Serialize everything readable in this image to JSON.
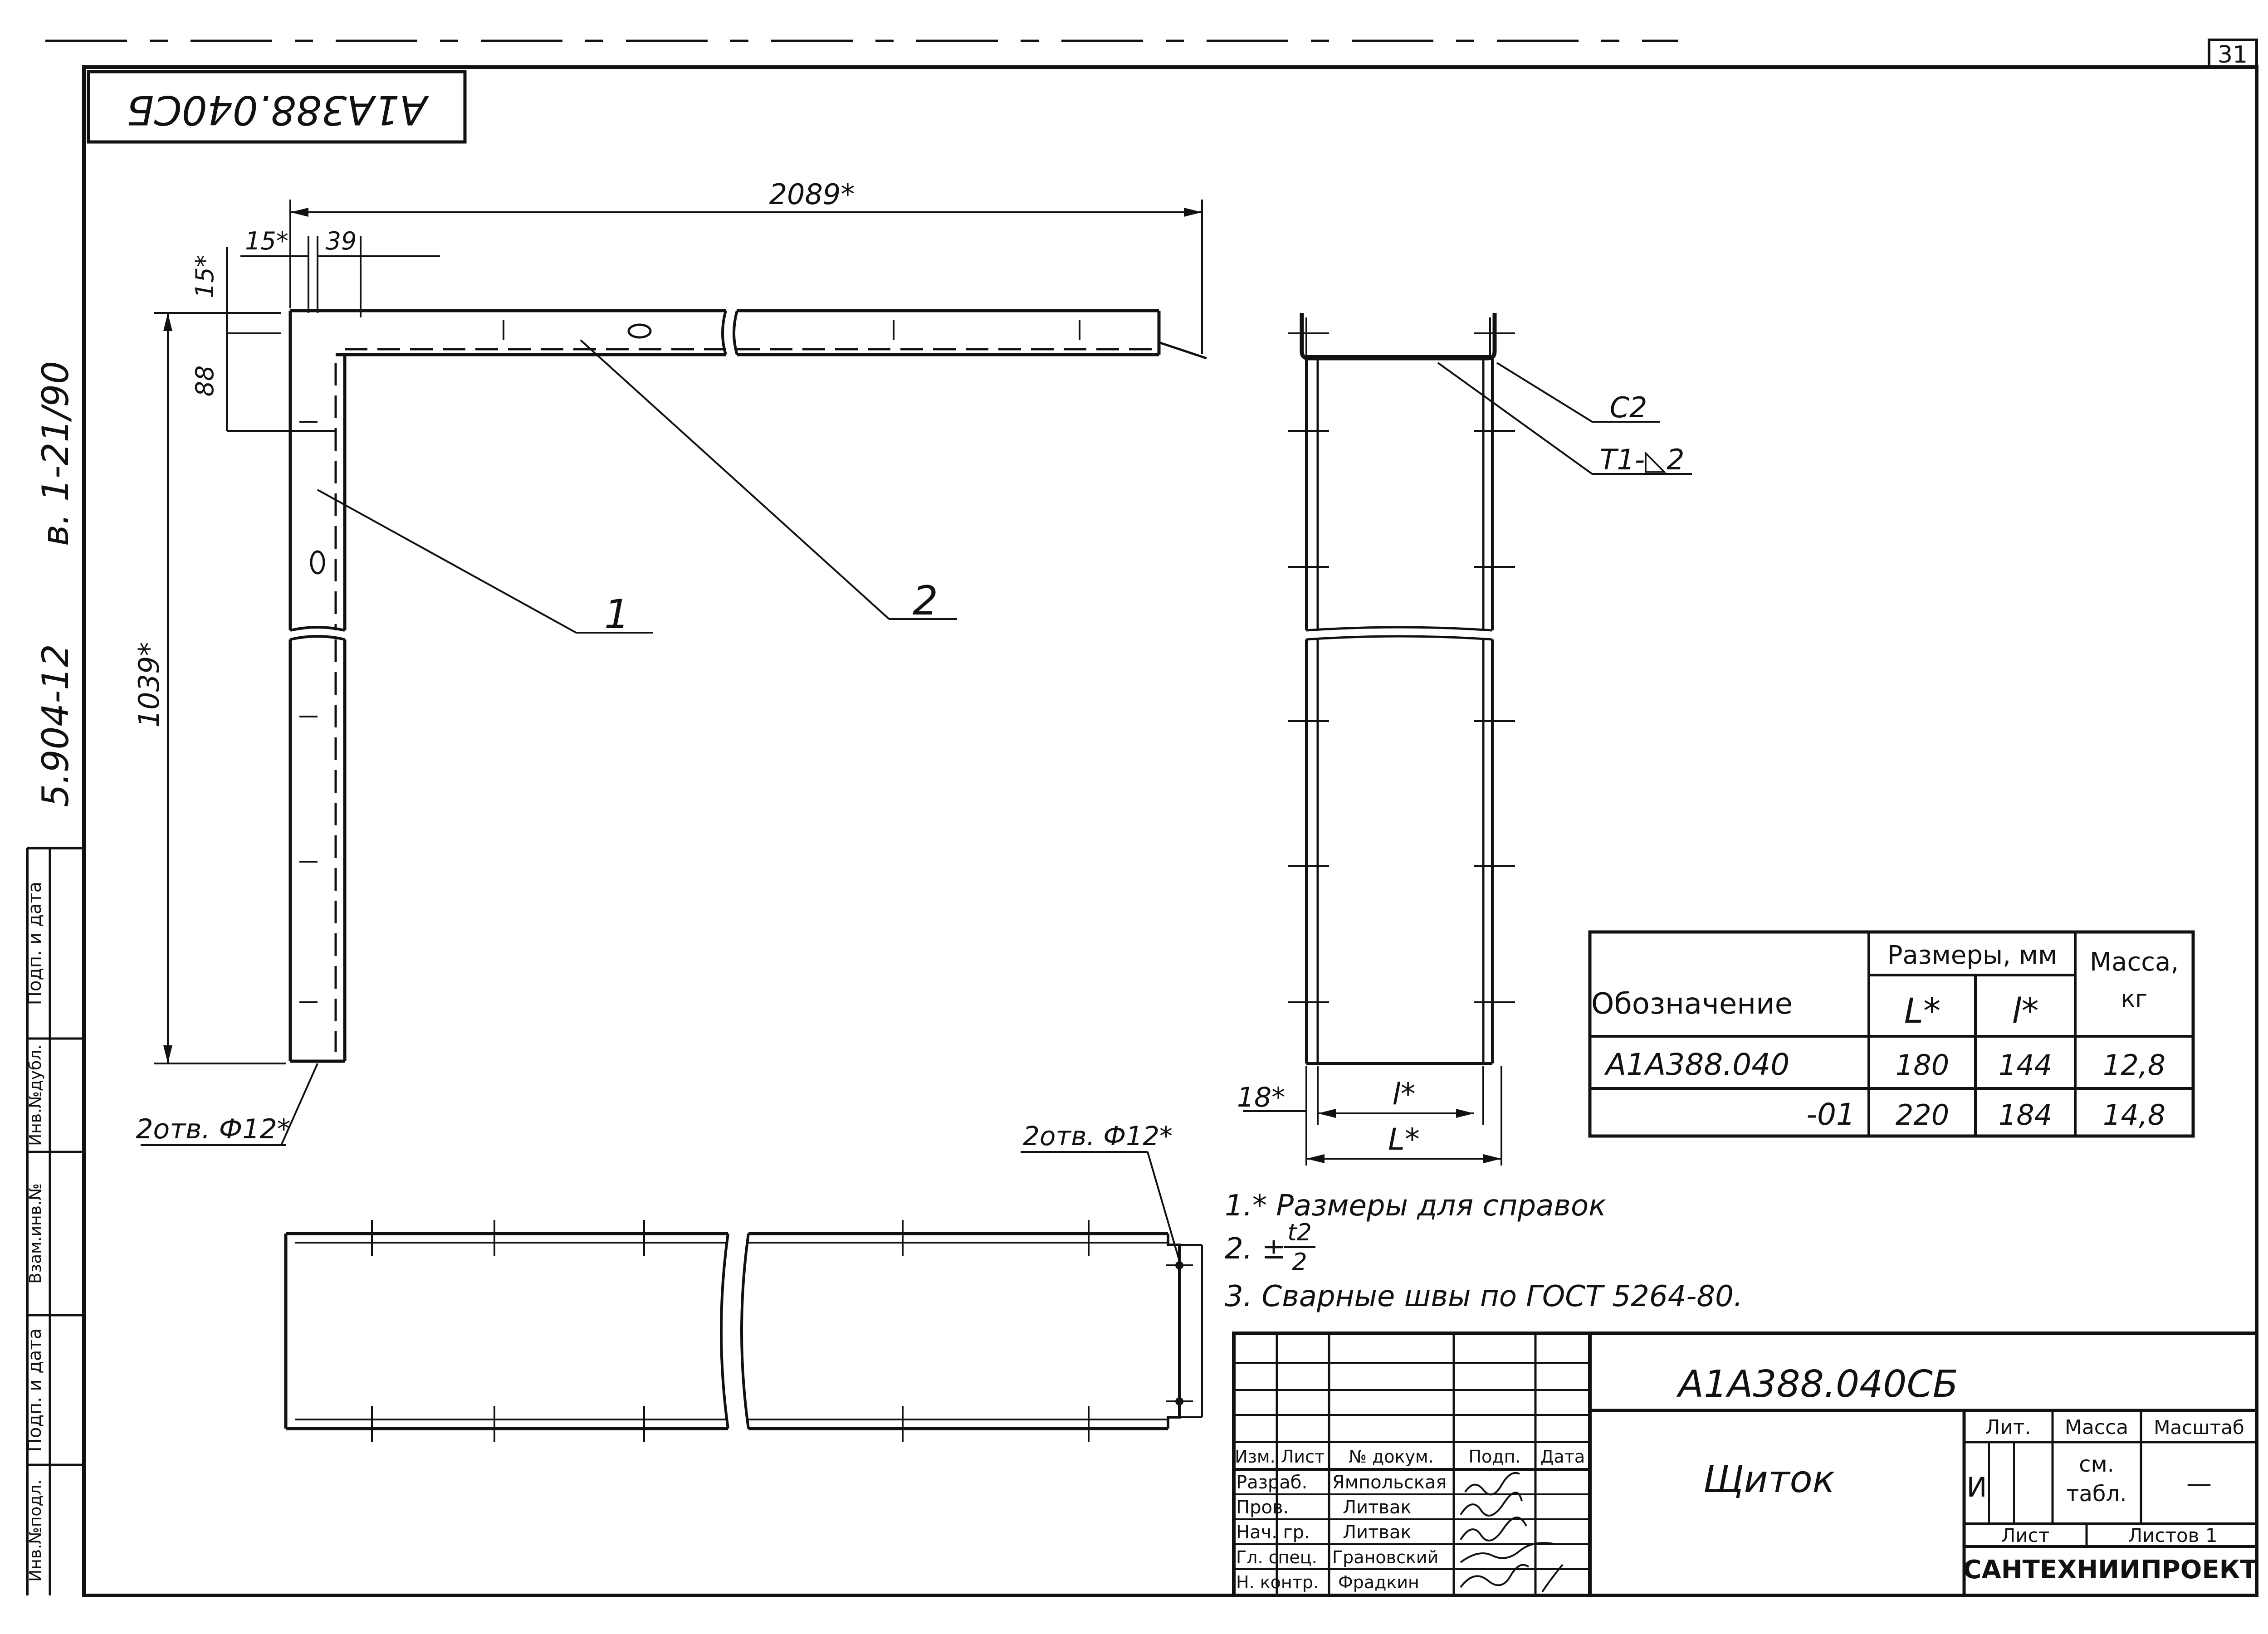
{
  "sheet": {
    "sheet_number": "31",
    "rotated_code": "А1А388.040СБ",
    "side_album": "в. 1-21/90",
    "side_series": "5.904-12"
  },
  "side_stamp": {
    "labels": [
      "Подп. и дата",
      "Инв.№дубл.",
      "Взам.инв.№",
      "Подп. и дата",
      "Инв.№подл."
    ]
  },
  "drawing": {
    "dim_overall_length": "2089*",
    "dim_offset_x": "15*",
    "dim_slot": "39",
    "dim_offset_y": "15*",
    "dim_height": "88",
    "dim_overall_height": "1039*",
    "leader_1": "1",
    "leader_2": "2",
    "holes_left": "2отв. Ф12*",
    "holes_right": "2отв. Ф12*",
    "weld_c2": "С2",
    "weld_t1": "Т1-◺2",
    "dim_18": "18*",
    "dim_l_small": "l*",
    "dim_L_big": "L*"
  },
  "table": {
    "col_designation": "Обозначение",
    "col_sizes": "Размеры, мм",
    "col_L": "L*",
    "col_l": "l*",
    "col_mass_1": "Масса,",
    "col_mass_2": "кг",
    "rows": [
      {
        "designation": "А1А388.040",
        "L": "180",
        "l": "144",
        "mass": "12,8"
      },
      {
        "designation": "-01",
        "L": "220",
        "l": "184",
        "mass": "14,8"
      }
    ]
  },
  "notes": {
    "n1": "1.* Размеры для справок",
    "n2_prefix": "2. ±",
    "n2_num": "t2",
    "n2_den": "2",
    "n3": "3. Сварные швы по ГОСТ 5264-80."
  },
  "title_block": {
    "designation": "А1А388.040СБ",
    "name": "Щиток",
    "org": "САНТЕХНИИПРОЕКТ",
    "col_headers": [
      "Изм.",
      "Лист",
      "№ докум.",
      "Подп.",
      "Дата"
    ],
    "roles": [
      {
        "role": "Разраб.",
        "name": "Ямпольская"
      },
      {
        "role": "Пров.",
        "name": "Литвак"
      },
      {
        "role": "Нач. гр.",
        "name": "Литвак"
      },
      {
        "role": "Гл. спец.",
        "name": "Грановский"
      },
      {
        "role": "Н. контр.",
        "name": "Фрадкин"
      }
    ],
    "lit_label": "Лит.",
    "lit_value": "И",
    "mass_label": "Масса",
    "mass_value_1": "см.",
    "mass_value_2": "табл.",
    "scale_label": "Масштаб",
    "scale_value": "—",
    "sheet_label": "Лист",
    "sheets_label": "Листов 1"
  }
}
